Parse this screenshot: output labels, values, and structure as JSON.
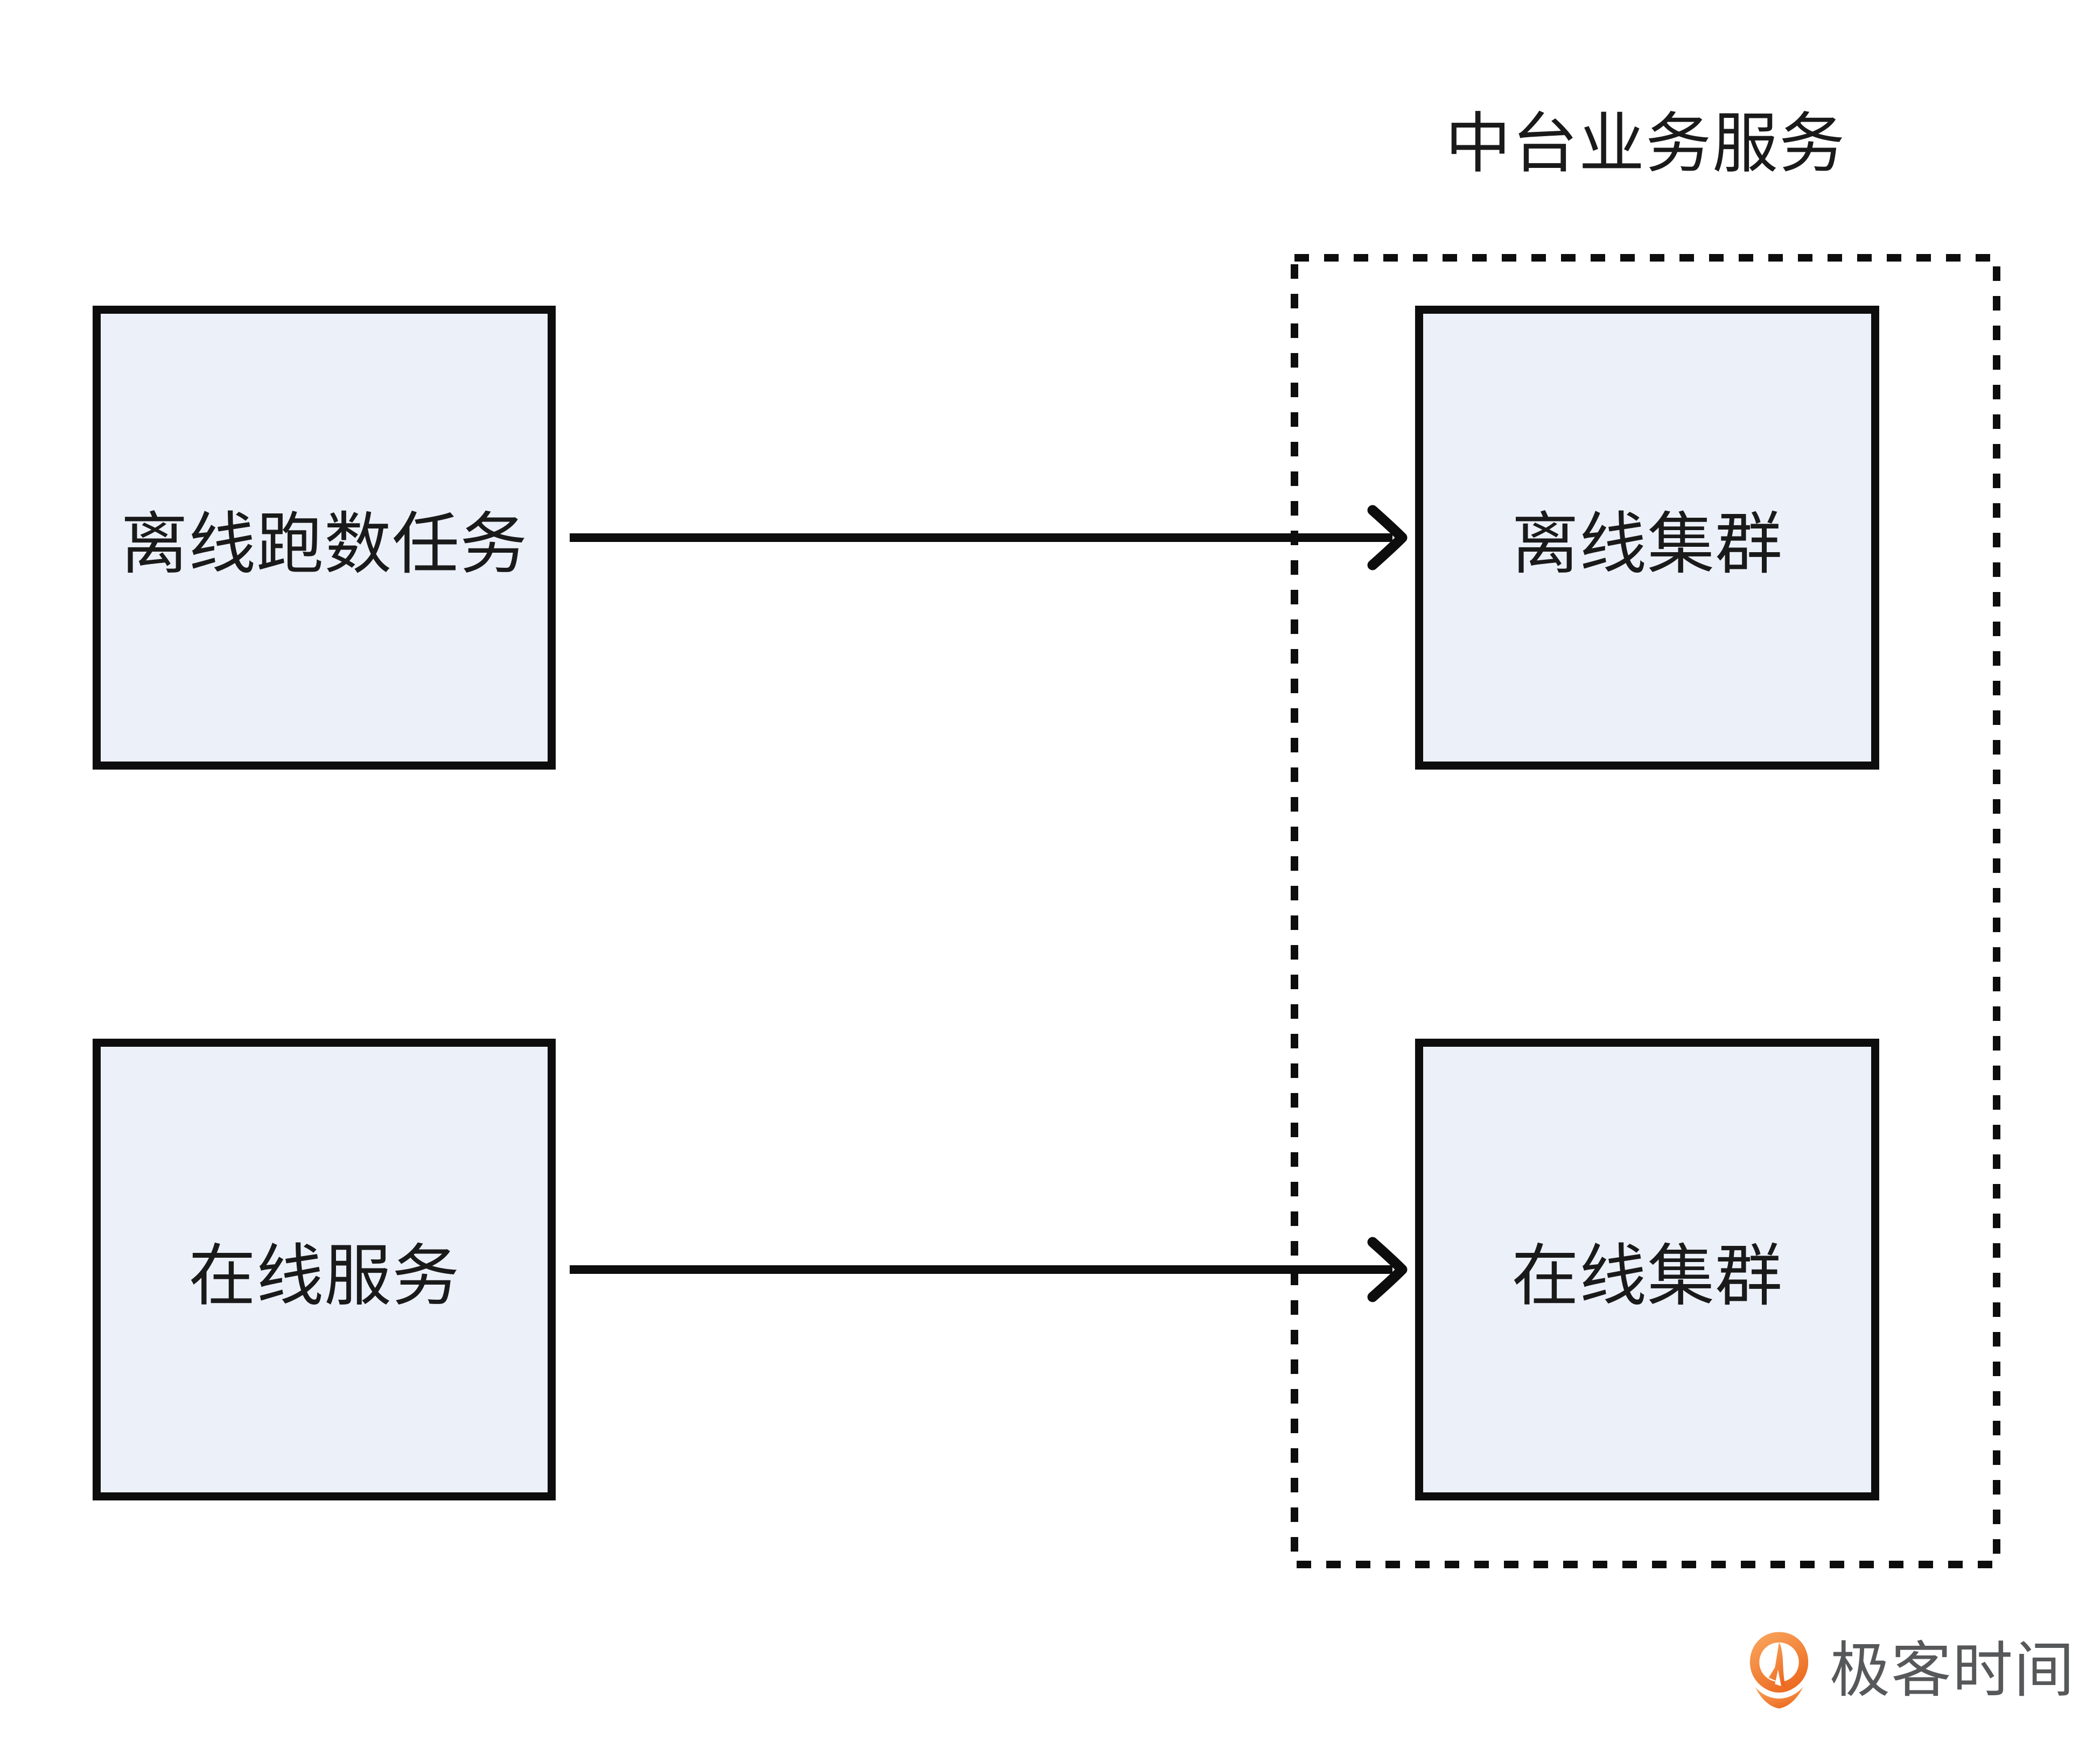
{
  "group": {
    "title": "中台业务服务"
  },
  "nodes": {
    "offline_task": {
      "label": "离线跑数任务"
    },
    "online_service": {
      "label": "在线服务"
    },
    "offline_cluster": {
      "label": "离线集群"
    },
    "online_cluster": {
      "label": "在线集群"
    }
  },
  "edges": [
    {
      "from": "离线跑数任务",
      "to": "离线集群"
    },
    {
      "from": "在线服务",
      "to": "在线集群"
    }
  ],
  "branding": {
    "logo_text": "极客时间",
    "logo_icon": "geektime-pin-q-icon"
  },
  "colors": {
    "node_fill": "#ECF0F9",
    "node_border": "#0D0D0D",
    "line": "#0D0D0D",
    "text": "#1A1A1A",
    "logo_text": "#57585A",
    "logo_orange_start": "#F9A45B",
    "logo_orange_end": "#EB671D"
  }
}
